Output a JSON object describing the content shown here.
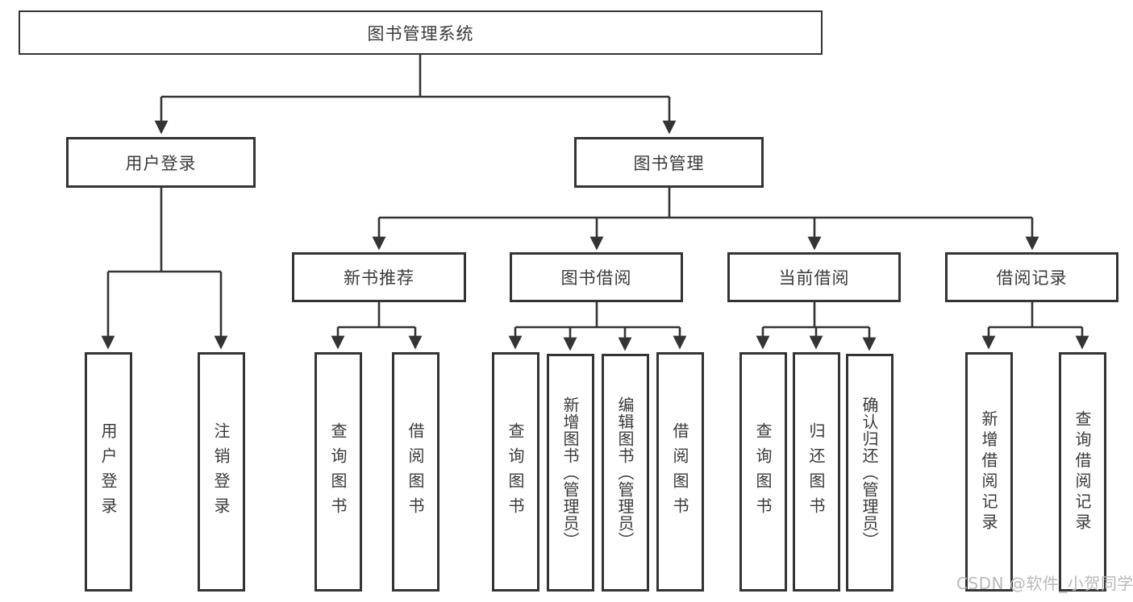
{
  "diagram_title": "图书管理系统",
  "nodes": {
    "root": {
      "label": "图书管理系统"
    },
    "user_login": {
      "label": "用户登录"
    },
    "book_mgmt": {
      "label": "图书管理"
    },
    "new_book_rec": {
      "label": "新书推荐"
    },
    "book_borrow": {
      "label": "图书借阅"
    },
    "current_borrow": {
      "label": "当前借阅"
    },
    "borrow_record": {
      "label": "借阅记录"
    },
    "ul_user_login": {
      "label": "用户登录"
    },
    "ul_logout": {
      "label": "注销登录"
    },
    "nb_query_book": {
      "label": "查询图书"
    },
    "nb_borrow_book": {
      "label": "借阅图书"
    },
    "bb_query_book": {
      "label": "查询图书"
    },
    "bb_add_book": {
      "label": "新增图书（管理员）"
    },
    "bb_edit_book": {
      "label": "编辑图书（管理员）"
    },
    "bb_borrow_book": {
      "label": "借阅图书"
    },
    "cb_query_book": {
      "label": "查询图书"
    },
    "cb_return_book": {
      "label": "归还图书"
    },
    "cb_confirm_return": {
      "label": "确认归还（管理员）"
    },
    "br_add_record": {
      "label": "新增借阅记录"
    },
    "br_query_record": {
      "label": "查询借阅记录"
    }
  },
  "watermark": {
    "text": "CSDN @软件_小贺同学",
    "color": "#b9b9b9"
  },
  "colors": {
    "line": "#343434",
    "box_background": "#ffffff",
    "text": "#3a3a3a"
  }
}
